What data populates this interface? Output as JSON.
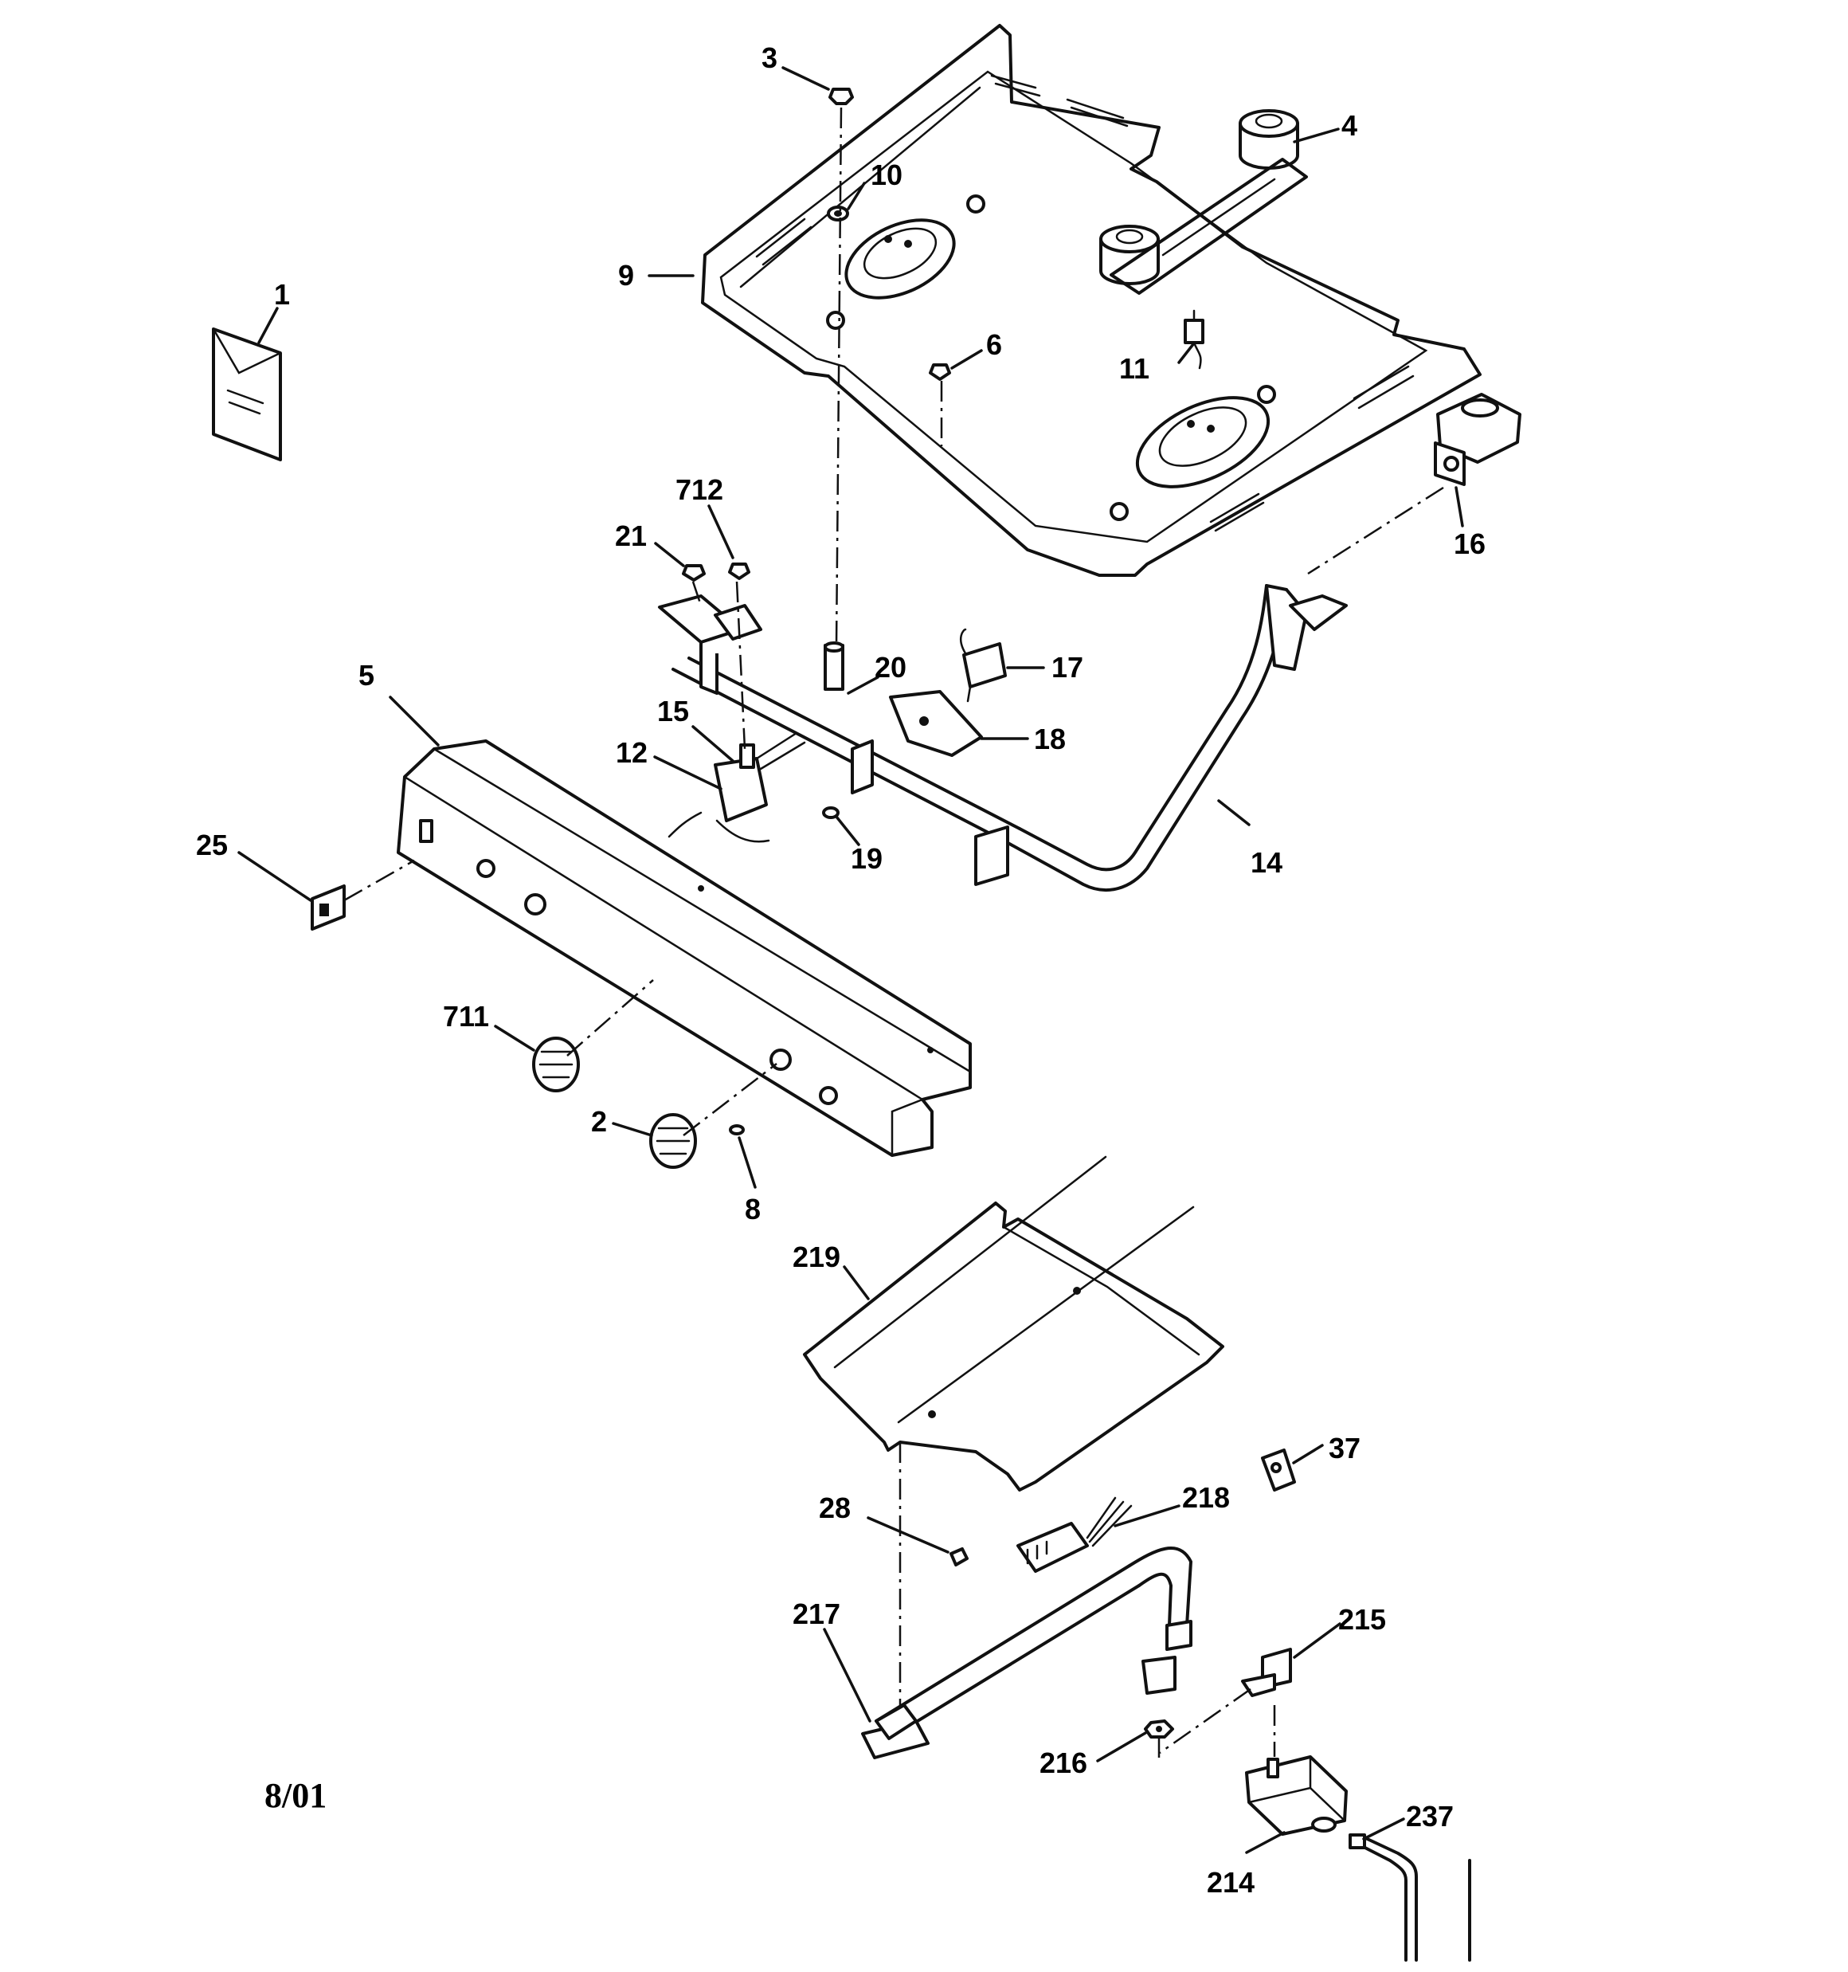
{
  "diagram": {
    "date_code": "8/01",
    "callouts": {
      "c1": "1",
      "c2": "2",
      "c3": "3",
      "c4": "4",
      "c5": "5",
      "c6": "6",
      "c8": "8",
      "c9": "9",
      "c10": "10",
      "c11": "11",
      "c12": "12",
      "c14": "14",
      "c15": "15",
      "c16": "16",
      "c17": "17",
      "c18": "18",
      "c19": "19",
      "c20": "20",
      "c21": "21",
      "c25": "25",
      "c28": "28",
      "c37": "37",
      "c214": "214",
      "c215": "215",
      "c216": "216",
      "c217": "217",
      "c218": "218",
      "c219": "219",
      "c237": "237",
      "c711": "711",
      "c712": "712"
    }
  }
}
